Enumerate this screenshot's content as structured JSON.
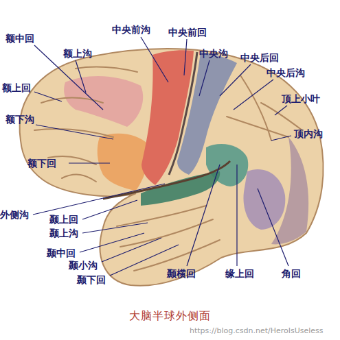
{
  "diagram": {
    "caption": "大脑半球外侧面",
    "labels": [
      "中央前沟",
      "中央前回",
      "额中回",
      "额上沟",
      "中央沟",
      "中央后回",
      "中央后沟",
      "顶上小叶",
      "额上回",
      "额下沟",
      "顶内沟",
      "额下回",
      "外侧沟",
      "颞上回",
      "颞上沟",
      "颞中回",
      "颞小沟",
      "颞下回",
      "颞横回",
      "缘上回",
      "角回",
      "https://blog.csdn.net/HeroIsUseless"
    ]
  }
}
